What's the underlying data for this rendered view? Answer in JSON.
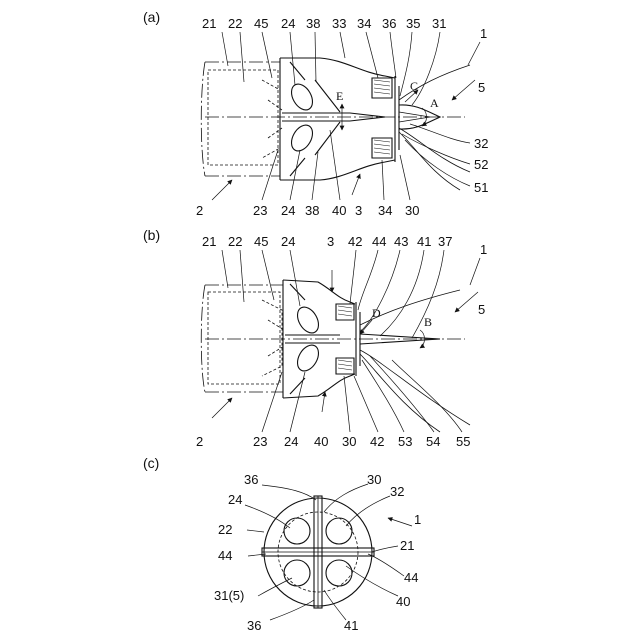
{
  "panels": [
    {
      "letter": "(a)",
      "refs": [
        "21",
        "22",
        "45",
        "24",
        "38",
        "33",
        "34",
        "36",
        "35",
        "31",
        "1",
        "5",
        "32",
        "52",
        "51",
        "30",
        "34",
        "3",
        "40",
        "38",
        "24",
        "23",
        "2"
      ],
      "direction_labels": [
        "E",
        "C",
        "A"
      ]
    },
    {
      "letter": "(b)",
      "refs": [
        "21",
        "22",
        "45",
        "24",
        "3",
        "42",
        "44",
        "43",
        "41",
        "37",
        "1",
        "5",
        "55",
        "54",
        "53",
        "42",
        "30",
        "40",
        "24",
        "23",
        "2"
      ],
      "direction_labels": [
        "D",
        "B"
      ]
    },
    {
      "letter": "(c)",
      "refs": [
        "36",
        "30",
        "32",
        "24",
        "1",
        "22",
        "21",
        "44",
        "44",
        "31(5)",
        "40",
        "36",
        "41"
      ]
    }
  ],
  "colors": {
    "line": "#111111",
    "background": "#ffffff"
  }
}
